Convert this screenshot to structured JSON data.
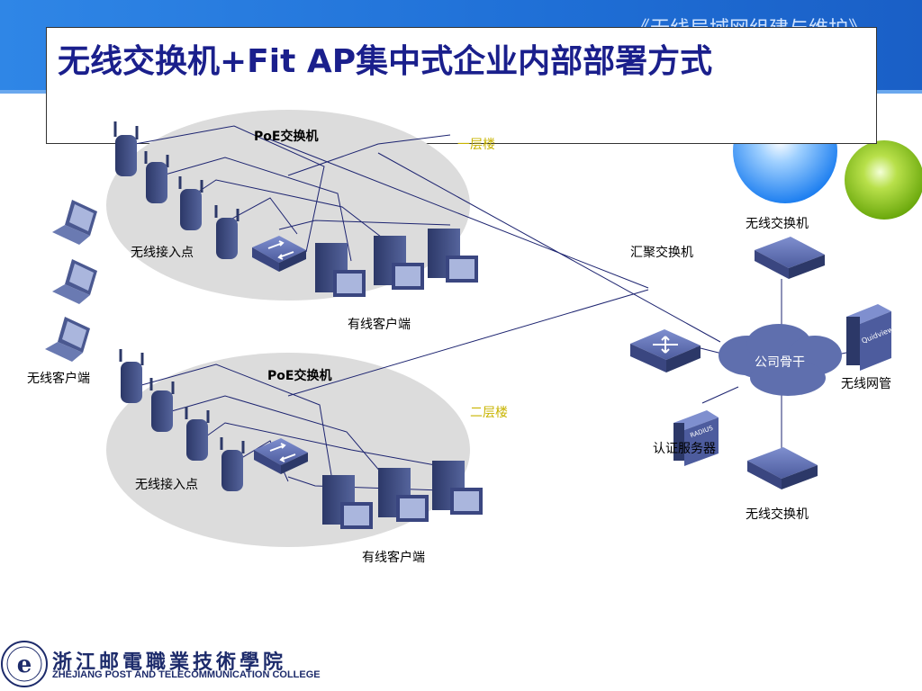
{
  "header": {
    "course_title": "《无线局域网组建与维护》",
    "accent": "#1f6fd6"
  },
  "slide": {
    "title": "无线交换机+Fit AP集中式企业内部部署方式",
    "title_color": "#1a1f8c"
  },
  "floors": {
    "floor1": {
      "label": "一层楼",
      "poe_label": "PoE交换机",
      "ap_label": "无线接入点",
      "wired_label": "有线客户端"
    },
    "floor2": {
      "label": "二层楼",
      "poe_label": "PoE交换机",
      "ap_label": "无线接入点",
      "wired_label": "有线客户端"
    }
  },
  "devices": {
    "wireless_client": "无线客户端",
    "aggregation_switch": "汇聚交换机",
    "backbone": "公司骨干",
    "wireless_switch_top": "无线交换机",
    "wireless_switch_bottom": "无线交换机",
    "nms": "无线网管",
    "auth_server": "认证服务器",
    "nms_brand": "Quidview",
    "radius_brand": "RADIUS"
  },
  "footer": {
    "college_cn": "浙江邮電職業技術學院",
    "college_en": "ZHEJIANG POST AND TELECOMMUNICATION COLLEGE"
  },
  "icons": [
    "laptop-icon",
    "access-point-icon",
    "poe-switch-icon",
    "pc-icon",
    "aggregation-switch-icon",
    "cloud-icon",
    "wireless-switch-icon",
    "server-icon",
    "college-logo"
  ]
}
